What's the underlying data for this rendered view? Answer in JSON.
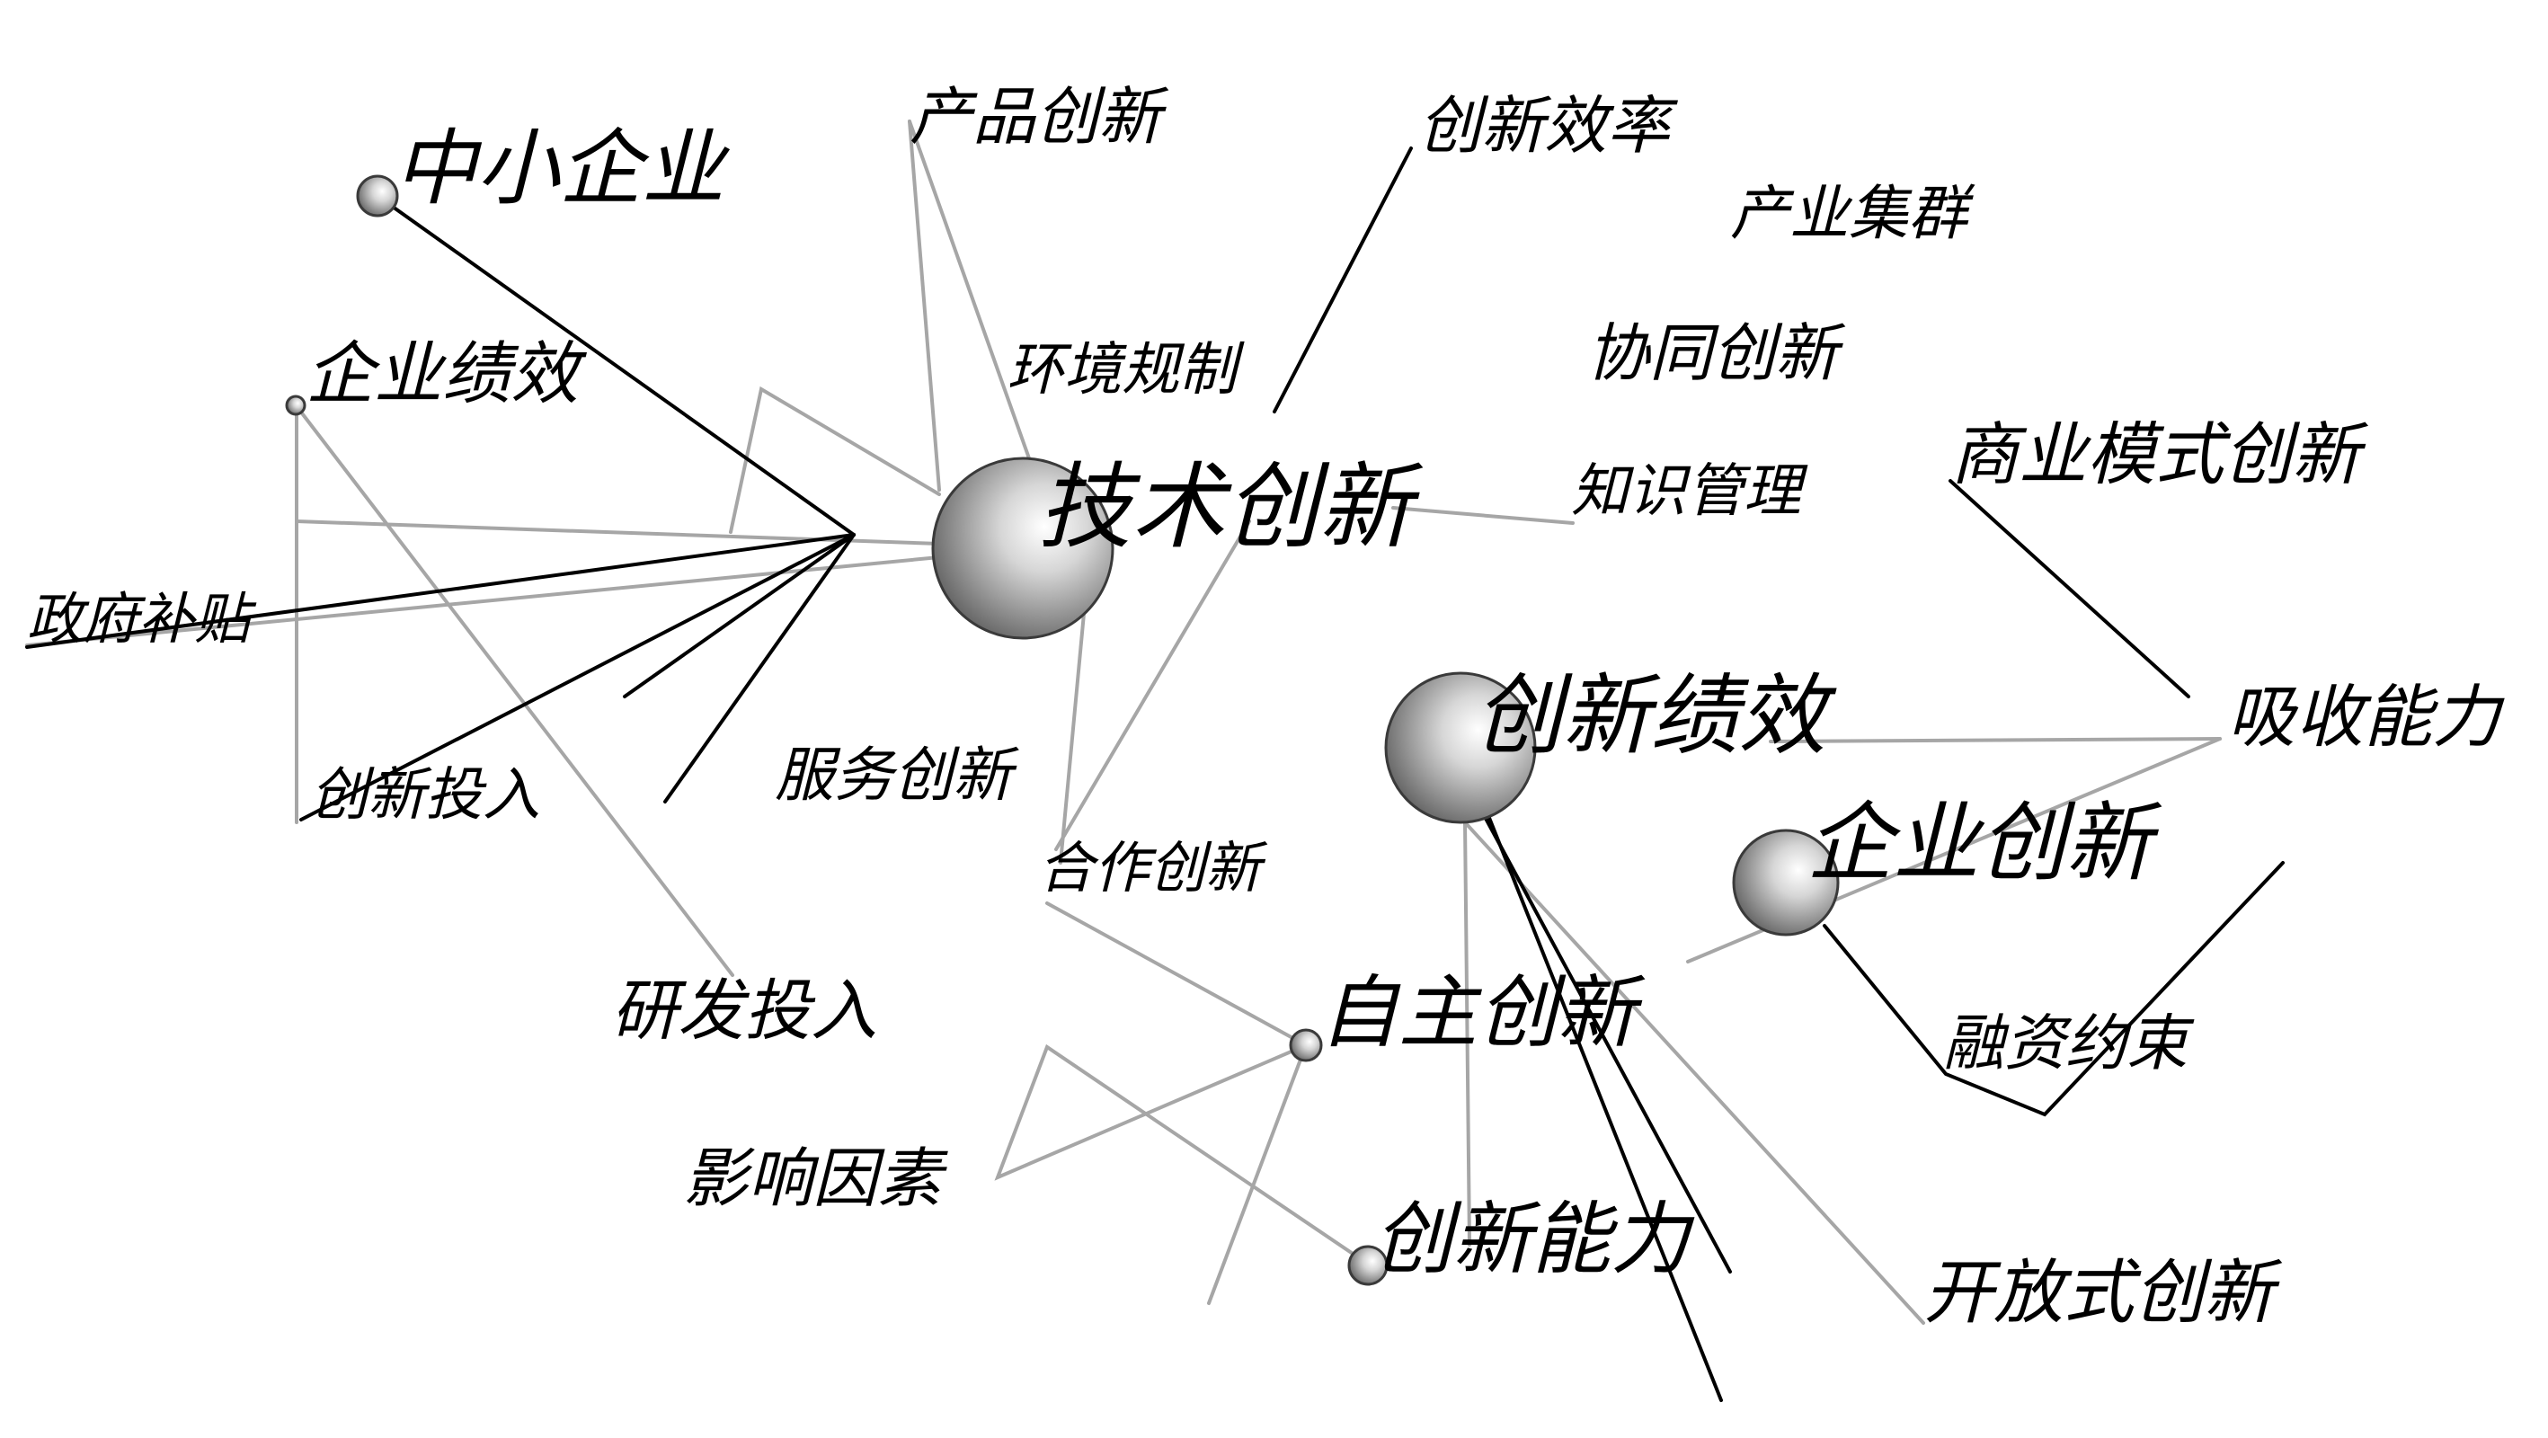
{
  "colors": {
    "edge_dark": "#000000",
    "edge_light": "#a6a6a6",
    "label": "#000000"
  },
  "nodes": [
    {
      "id": "zhongxiao",
      "label": "中小企业"
    },
    {
      "id": "qiyejixiao",
      "label": "企业绩效"
    },
    {
      "id": "chanpin",
      "label": "产品创新"
    },
    {
      "id": "xiaolv",
      "label": "创新效率"
    },
    {
      "id": "jiqun",
      "label": "产业集群"
    },
    {
      "id": "huanjing",
      "label": "环境规制"
    },
    {
      "id": "xietong",
      "label": "协同创新"
    },
    {
      "id": "shangye",
      "label": "商业模式创新"
    },
    {
      "id": "zhishi",
      "label": "知识管理"
    },
    {
      "id": "jishu",
      "label": "技术创新"
    },
    {
      "id": "zhengfu",
      "label": "政府补贴"
    },
    {
      "id": "chuangxinjixiao",
      "label": "创新绩效"
    },
    {
      "id": "xishou",
      "label": "吸收能力"
    },
    {
      "id": "fuwu",
      "label": "服务创新"
    },
    {
      "id": "touru",
      "label": "创新投入"
    },
    {
      "id": "qiyechuangxin",
      "label": "企业创新"
    },
    {
      "id": "hezuo",
      "label": "合作创新"
    },
    {
      "id": "yanfa",
      "label": "研发投入"
    },
    {
      "id": "zizhu",
      "label": "自主创新"
    },
    {
      "id": "rongzi",
      "label": "融资约束"
    },
    {
      "id": "yingxiang",
      "label": "影响因素"
    },
    {
      "id": "nengli",
      "label": "创新能力"
    },
    {
      "id": "kaifang",
      "label": "开放式创新"
    }
  ]
}
